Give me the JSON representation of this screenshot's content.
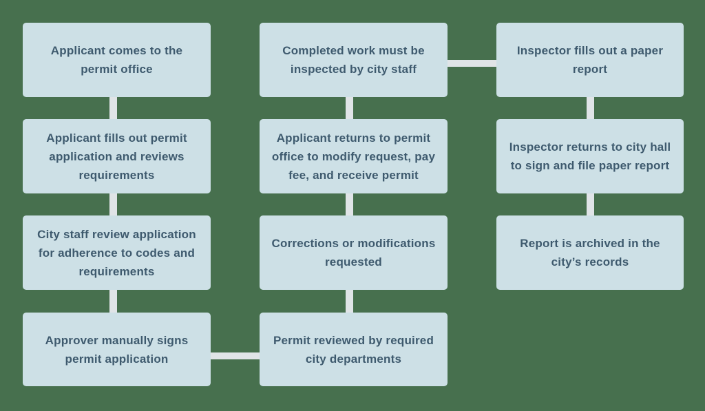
{
  "colors": {
    "background": "#47704E",
    "box_fill": "#CDE0E6",
    "connector": "#E0E4E7",
    "text": "#3E5A6E"
  },
  "diagram": {
    "type": "flowchart",
    "nodes": [
      {
        "id": "applicant-comes-to-permit-office",
        "label": "Applicant comes to the\npermit office"
      },
      {
        "id": "applicant-fills-out-application",
        "label": "Applicant fills out permit\napplication and reviews\nrequirements"
      },
      {
        "id": "city-staff-review-application",
        "label": "City staff review application\nfor adherence to codes and\nrequirements"
      },
      {
        "id": "approver-signs-application",
        "label": "Approver manually signs\npermit application"
      },
      {
        "id": "completed-work-inspected",
        "label": "Completed work must be\ninspected by city staff"
      },
      {
        "id": "applicant-returns-to-office",
        "label": "Applicant returns to permit\noffice to modify request, pay\nfee, and receive permit"
      },
      {
        "id": "corrections-requested",
        "label": "Corrections or modifications\nrequested"
      },
      {
        "id": "permit-reviewed-by-departments",
        "label": "Permit reviewed by required\ncity departments"
      },
      {
        "id": "inspector-fills-paper-report",
        "label": "Inspector fills out a paper\nreport"
      },
      {
        "id": "inspector-returns-city-hall",
        "label": "Inspector returns to city hall\nto sign and file paper report"
      },
      {
        "id": "report-archived",
        "label": "Report is archived in the\ncity’s records"
      }
    ],
    "edges": [
      {
        "from": "applicant-comes-to-permit-office",
        "to": "applicant-fills-out-application"
      },
      {
        "from": "applicant-fills-out-application",
        "to": "city-staff-review-application"
      },
      {
        "from": "city-staff-review-application",
        "to": "approver-signs-application"
      },
      {
        "from": "approver-signs-application",
        "to": "permit-reviewed-by-departments"
      },
      {
        "from": "permit-reviewed-by-departments",
        "to": "corrections-requested"
      },
      {
        "from": "corrections-requested",
        "to": "applicant-returns-to-office"
      },
      {
        "from": "applicant-returns-to-office",
        "to": "completed-work-inspected"
      },
      {
        "from": "completed-work-inspected",
        "to": "inspector-fills-paper-report"
      },
      {
        "from": "inspector-fills-paper-report",
        "to": "inspector-returns-city-hall"
      },
      {
        "from": "inspector-returns-city-hall",
        "to": "report-archived"
      }
    ]
  }
}
